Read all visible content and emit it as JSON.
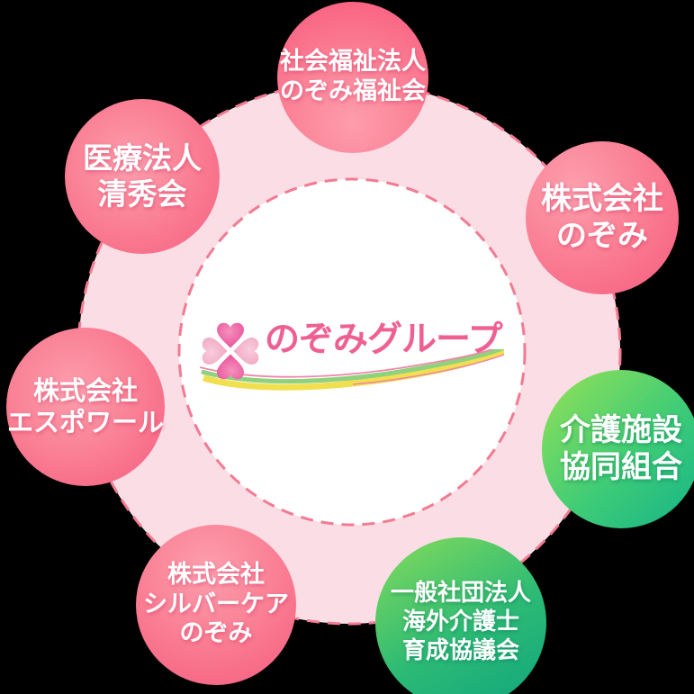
{
  "logo": {
    "text": "のぞみグループ",
    "icon": "heart-clover-icon",
    "swoosh_icon": "ribbon-swoosh-icon"
  },
  "members": [
    {
      "lines": [
        "社会福祉法人",
        "のぞみ福祉会"
      ],
      "theme": "pink",
      "position": "top"
    },
    {
      "lines": [
        "医療法人",
        "清秀会"
      ],
      "theme": "pink",
      "position": "top-left"
    },
    {
      "lines": [
        "株式会社",
        "のぞみ"
      ],
      "theme": "pink",
      "position": "top-right"
    },
    {
      "lines": [
        "株式会社",
        "エスポワール"
      ],
      "theme": "pink",
      "position": "left"
    },
    {
      "lines": [
        "介護施設",
        "協同組合"
      ],
      "theme": "green",
      "position": "right"
    },
    {
      "lines": [
        "株式会社",
        "シルバーケア",
        "のぞみ"
      ],
      "theme": "pink",
      "position": "bottom-left"
    },
    {
      "lines": [
        "一般社団法人",
        "海外介護士",
        "育成協議会"
      ],
      "theme": "green",
      "position": "bottom-right"
    }
  ],
  "colors": {
    "background": "#000000",
    "pink_circle_light": "#fc9fae",
    "pink_circle_dark": "#f75c7e",
    "green_circle_light": "#92e156",
    "green_circle_dark": "#15b488",
    "ring_fill": "#fbdde5",
    "ring_dash": "#f27b92",
    "logo_text_pink": "#ef6092",
    "member_text": "#ffffff"
  }
}
